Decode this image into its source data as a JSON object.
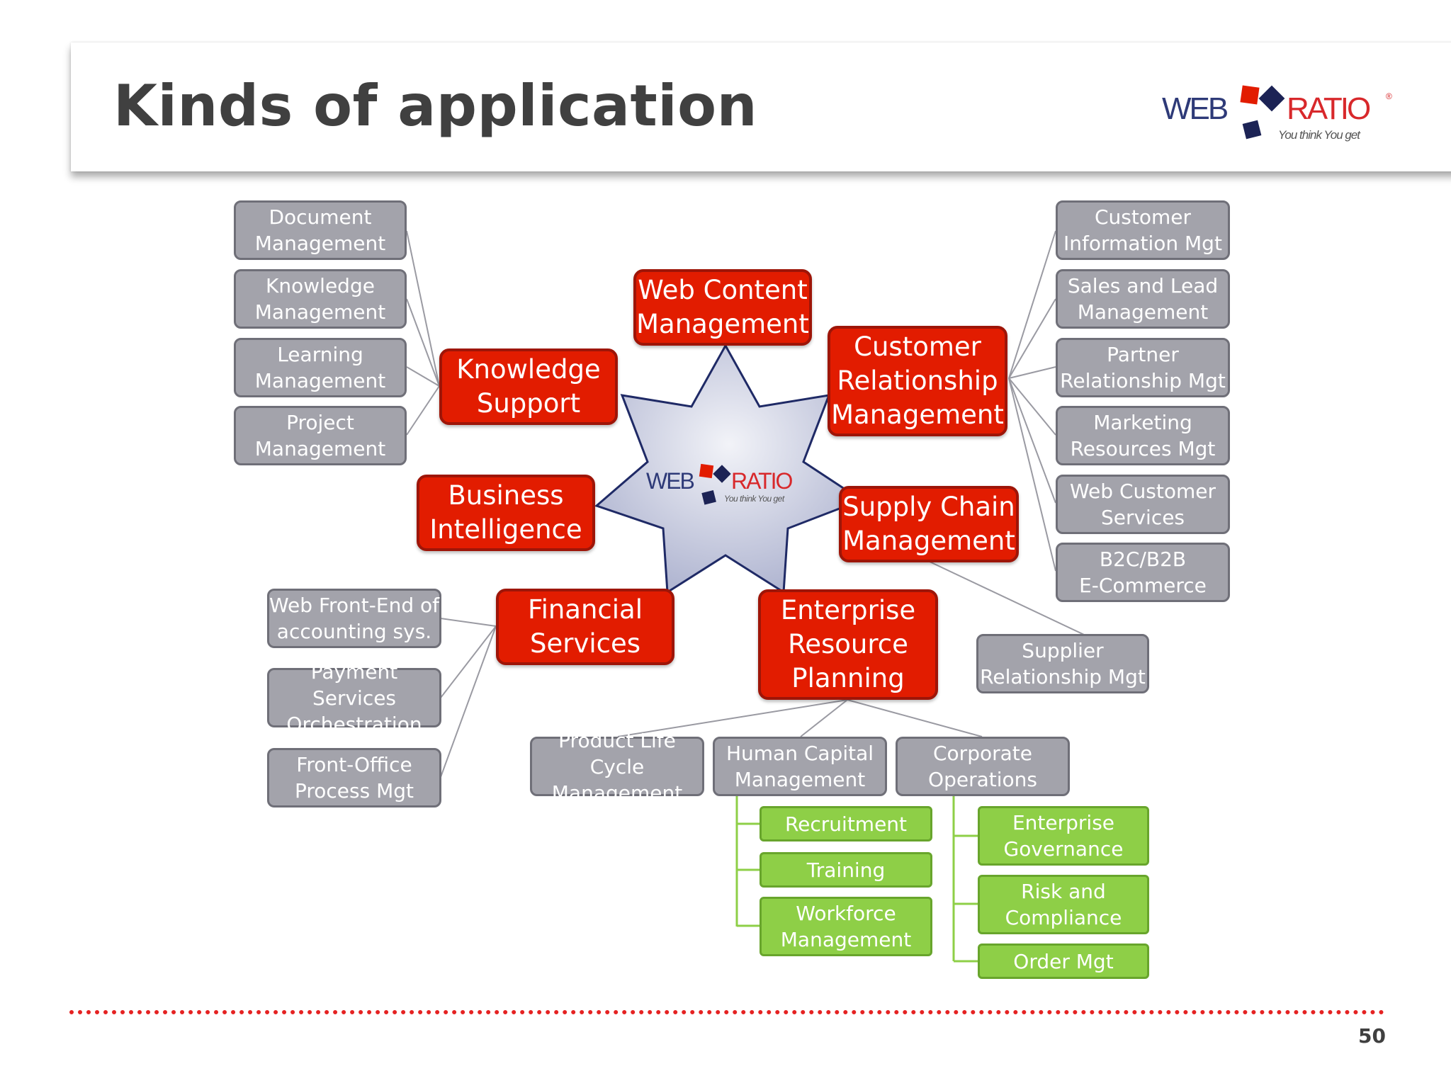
{
  "slide": {
    "title": "Kinds of application",
    "page_number": "50",
    "accent_color": "#e21c00",
    "leaf_color": "#8ecf47",
    "category_color": "#a3a3ab"
  },
  "logo": {
    "word_left": "WEB",
    "word_right": "RATIO",
    "mark": "®",
    "tagline": "You think You get"
  },
  "hubs": {
    "web_content": "Web Content\nManagement",
    "knowledge_support": "Knowledge\nSupport",
    "crm": "Customer\nRelationship\nManagement",
    "business_intelligence": "Business\nIntelligence",
    "supply_chain": "Supply Chain\nManagement",
    "financial_services": "Financial\nServices",
    "erp": "Enterprise\nResource\nPlanning"
  },
  "left_items": {
    "document": "Document\nManagement",
    "knowledge": "Knowledge\nManagement",
    "learning": "Learning\nManagement",
    "project": "Project\nManagement"
  },
  "crm_items": {
    "customer_info": "Customer\nInformation Mgt",
    "sales_lead": "Sales and Lead\nManagement",
    "partner": "Partner\nRelationship Mgt",
    "marketing": "Marketing\nResources Mgt",
    "web_customer": "Web Customer\nServices",
    "ecommerce": "B2C/B2B\nE-Commerce"
  },
  "supply_items": {
    "supplier": "Supplier\nRelationship Mgt"
  },
  "finance_items": {
    "web_front_end": "Web Front-End of\naccounting sys.",
    "payment": "Payment Services\nOrchestration",
    "front_office": "Front-Office\nProcess Mgt"
  },
  "erp_items": {
    "plm": "Product Life Cycle\nManagement",
    "hcm": "Human Capital\nManagement",
    "corporate": "Corporate\nOperations"
  },
  "hcm_leaves": {
    "recruitment": "Recruitment",
    "training": "Training",
    "workforce": "Workforce\nManagement"
  },
  "corporate_leaves": {
    "governance": "Enterprise\nGovernance",
    "risk": "Risk and\nCompliance",
    "order": "Order Mgt"
  }
}
